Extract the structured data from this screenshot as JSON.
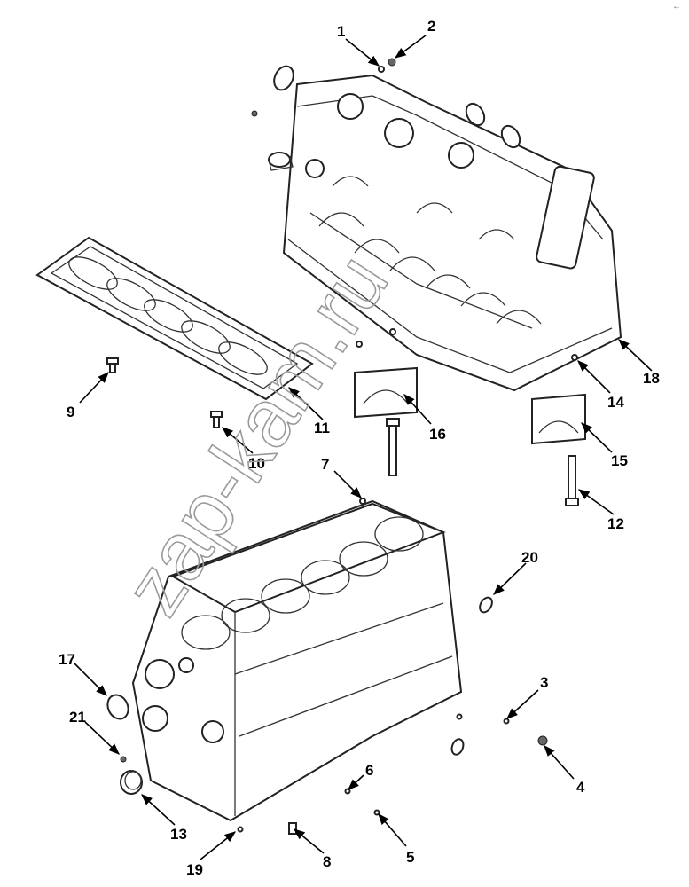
{
  "watermark": "zap-kam.ru",
  "corner_mark": "←",
  "callouts": [
    {
      "id": "c1",
      "label": "1"
    },
    {
      "id": "c2",
      "label": "2"
    },
    {
      "id": "c3",
      "label": "3"
    },
    {
      "id": "c4",
      "label": "4"
    },
    {
      "id": "c5",
      "label": "5"
    },
    {
      "id": "c6",
      "label": "6"
    },
    {
      "id": "c7",
      "label": "7"
    },
    {
      "id": "c8",
      "label": "8"
    },
    {
      "id": "c9",
      "label": "9"
    },
    {
      "id": "c10",
      "label": "10"
    },
    {
      "id": "c11",
      "label": "11"
    },
    {
      "id": "c12",
      "label": "12"
    },
    {
      "id": "c13",
      "label": "13"
    },
    {
      "id": "c14",
      "label": "14"
    },
    {
      "id": "c15",
      "label": "15"
    },
    {
      "id": "c16",
      "label": "16"
    },
    {
      "id": "c17",
      "label": "17"
    },
    {
      "id": "c18",
      "label": "18"
    },
    {
      "id": "c19",
      "label": "19"
    },
    {
      "id": "c20",
      "label": "20"
    },
    {
      "id": "c21",
      "label": "21"
    }
  ]
}
